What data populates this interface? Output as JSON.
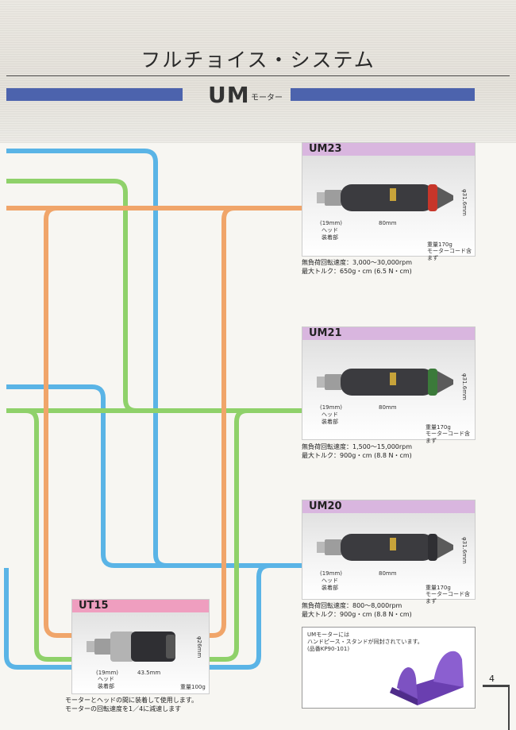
{
  "header": {
    "title": "フルチョイス・システム",
    "section_main": "UM",
    "section_sub": "モーター"
  },
  "products": [
    {
      "name": "UM23",
      "dim_head": "(19mm)",
      "dim_head_label": "ヘッド\n装着部",
      "dim_length": "80mm",
      "dim_dia": "φ31.6mm",
      "weight": "重量170g",
      "weight_note": "モーターコード含まず",
      "speed": "無負荷回転速度：3,000〜30,000rpm",
      "torque": "最大トルク：650g・cm (6.5 N・cm)"
    },
    {
      "name": "UM21",
      "dim_head": "(19mm)",
      "dim_head_label": "ヘッド\n装着部",
      "dim_length": "80mm",
      "dim_dia": "φ31.6mm",
      "weight": "重量170g",
      "weight_note": "モーターコード含まず",
      "speed": "無負荷回転速度：1,500〜15,000rpm",
      "torque": "最大トルク：900g・cm (8.8 N・cm)"
    },
    {
      "name": "UM20",
      "dim_head": "(19mm)",
      "dim_head_label": "ヘッド\n装着部",
      "dim_length": "80mm",
      "dim_dia": "φ31.6mm",
      "weight": "重量170g",
      "weight_note": "モーターコード含まず",
      "speed": "無負荷回転速度：800〜8,000rpm",
      "torque": "最大トルク：900g・cm (8.8 N・cm)"
    }
  ],
  "ut15": {
    "name": "UT15",
    "dim_head": "(19mm)",
    "dim_head_label": "ヘッド\n装着部",
    "dim_length": "43.5mm",
    "dim_dia": "φ26mm",
    "weight": "重量100g",
    "desc1": "モーターとヘッドの間に装着して使用します。",
    "desc2": "モーターの回転速度を1／4に減速します"
  },
  "note": {
    "line1": "UMモーターには",
    "line2": "ハンドピース・スタンドが同封されています。",
    "line3": "(品番KP90-101)"
  },
  "page_number": "4",
  "colors": {
    "blue_line": "#5ab4e6",
    "green_line": "#8fd16a",
    "orange_line": "#f0a56a",
    "section_bar": "#4c63ad",
    "um_head": "#d9b6df",
    "ut_head": "#ef9ebf",
    "stand": "#6a3fb0"
  }
}
